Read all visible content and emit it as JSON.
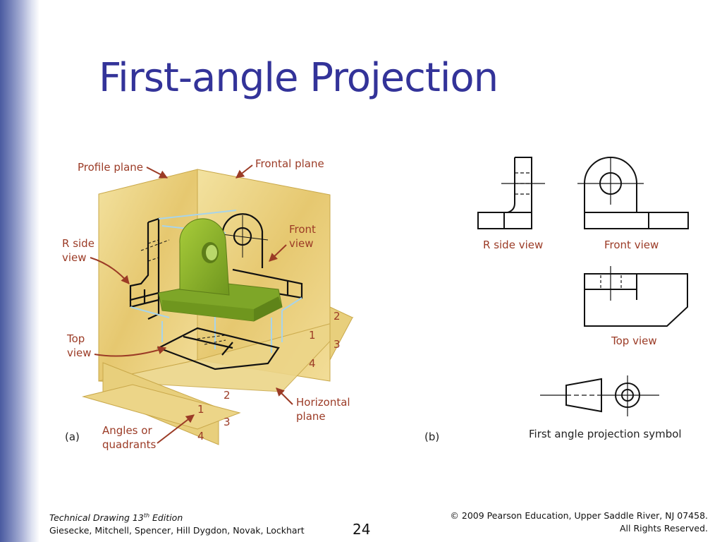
{
  "slide": {
    "title": "First-angle Projection",
    "page_number": "24",
    "accent_color": "#333399",
    "label_color": "#9b3b26"
  },
  "figure_a": {
    "panel_label": "(a)",
    "labels": {
      "profile_plane": "Profile plane",
      "frontal_plane": "Frontal plane",
      "r_side_view_line1": "R side",
      "r_side_view_line2": "view",
      "front_view_line1": "Front",
      "front_view_line2": "view",
      "top_view_line1": "Top",
      "top_view_line2": "view",
      "horizontal_plane_line1": "Horizontal",
      "horizontal_plane_line2": "plane",
      "angles_line1": "Angles or",
      "angles_line2": "quadrants"
    },
    "quadrants_main": [
      "1",
      "2",
      "3",
      "4"
    ],
    "quadrants_small": [
      "1",
      "2",
      "3",
      "4"
    ],
    "colors": {
      "plane": "#e8cf7c",
      "plane_edge": "#c9a84a",
      "object": "#8bb52a",
      "object_dark": "#6a8f1c",
      "projector": "#a8d4ea"
    }
  },
  "figure_b": {
    "panel_label": "(b)",
    "labels": {
      "r_side_view": "R side view",
      "front_view": "Front view",
      "top_view": "Top view",
      "symbol": "First angle projection symbol"
    }
  },
  "footer": {
    "book_title": "Technical Drawing  13",
    "edition_sup": "th",
    "edition_suffix": " Edition",
    "authors": "Giesecke, Mitchell, Spencer, Hill Dygdon, Novak, Lockhart",
    "copyright_line1": "© 2009 Pearson Education, Upper Saddle River, NJ 07458.",
    "copyright_line2": "All Rights Reserved."
  }
}
